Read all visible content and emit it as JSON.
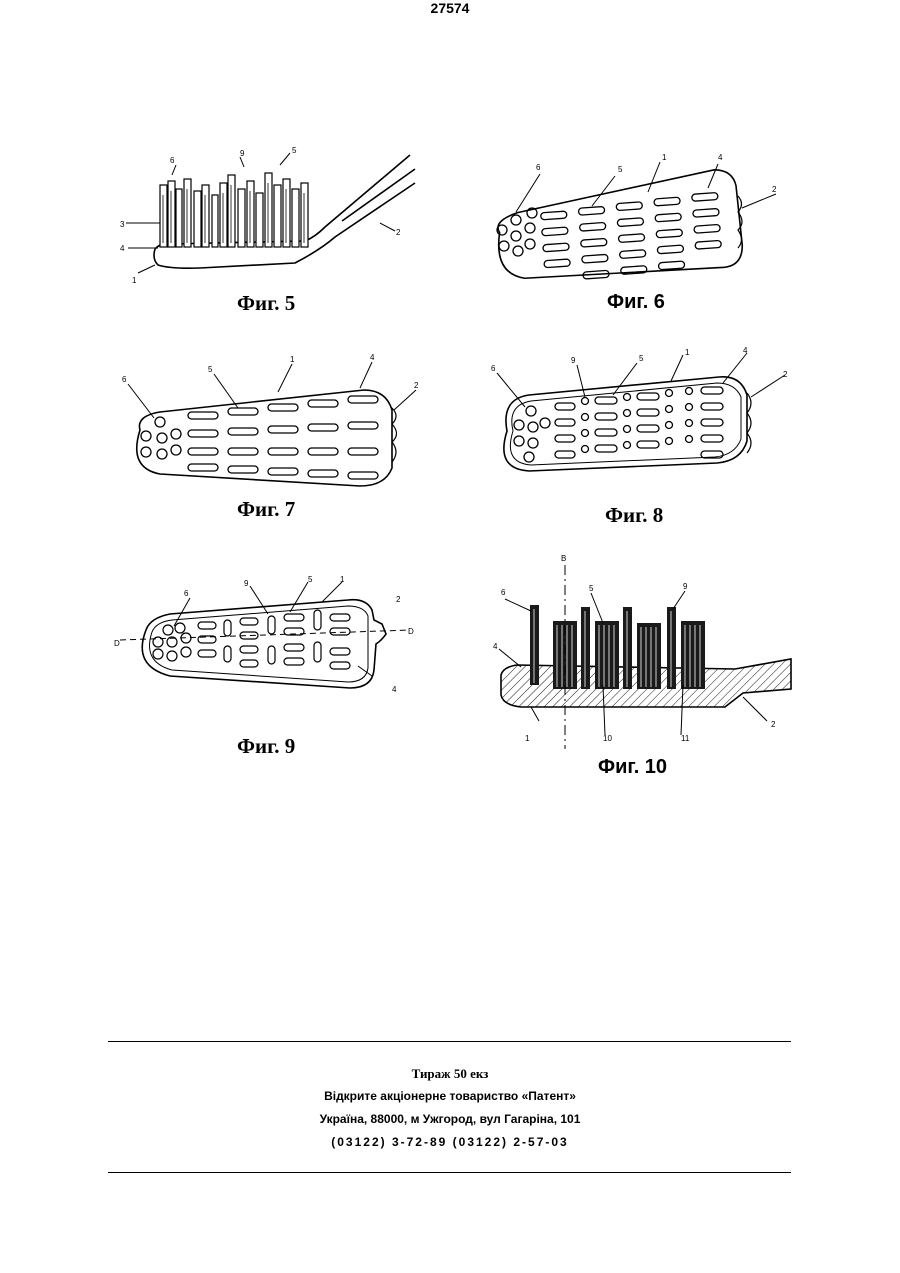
{
  "page_number": "27574",
  "figures": {
    "fig5": {
      "caption": "Фиг. 5",
      "labels": {
        "l1": "1",
        "l2": "2",
        "l3": "3",
        "l4": "4",
        "l5": "5",
        "l6": "6",
        "l9": "9"
      }
    },
    "fig6": {
      "caption": "Фиг. 6",
      "labels": {
        "l1": "1",
        "l2": "2",
        "l4": "4",
        "l5": "5",
        "l6": "6"
      }
    },
    "fig7": {
      "caption": "Фиг. 7",
      "labels": {
        "l1": "1",
        "l2": "2",
        "l4": "4",
        "l5": "5",
        "l6": "6"
      }
    },
    "fig8": {
      "caption": "Фиг. 8",
      "labels": {
        "l1": "1",
        "l2": "2",
        "l4": "4",
        "l5": "5",
        "l6": "6",
        "l9": "9"
      }
    },
    "fig9": {
      "caption": "Фиг. 9",
      "labels": {
        "l1": "1",
        "l2": "2",
        "l4": "4",
        "l5": "5",
        "l6": "6",
        "l9": "9",
        "d_left": "D",
        "d_right": "D"
      }
    },
    "fig10": {
      "caption": "Фиг. 10",
      "labels": {
        "l1": "1",
        "l2": "2",
        "l4": "4",
        "l5": "5",
        "l6": "6",
        "l9": "9",
        "l10": "10",
        "l11": "11",
        "b": "B"
      }
    }
  },
  "footer": {
    "circulation": "Тираж 50 екз",
    "company": "Відкрите акціонерне товариство «Патент»",
    "address": "Україна, 88000, м Ужгород, вул Гагаріна, 101",
    "phone": "(03122) 3-72-89 (03122) 2-57-03"
  }
}
